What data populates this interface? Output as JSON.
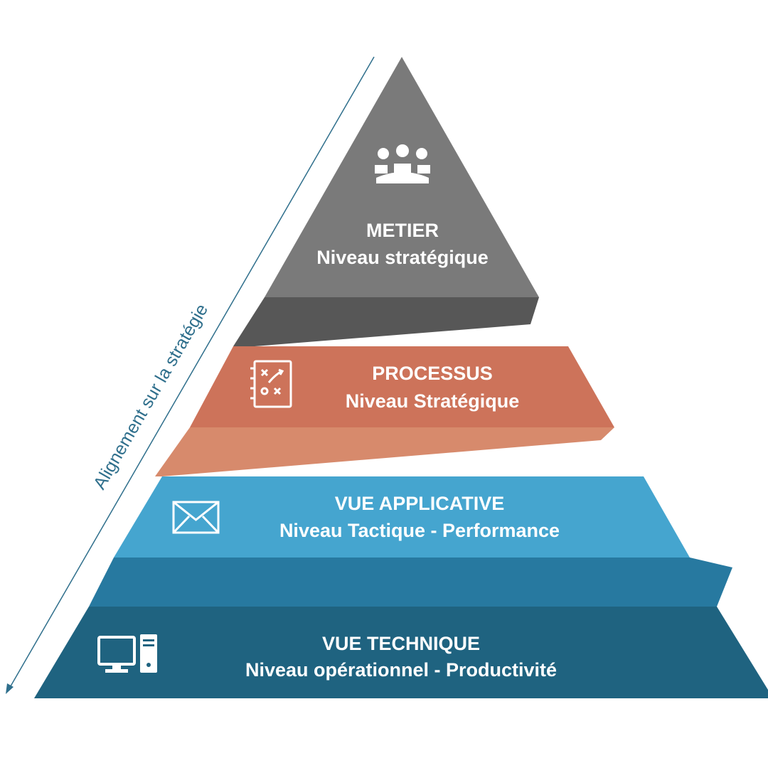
{
  "colors": {
    "metier": "#7a7a7a",
    "metier_link": "#575757",
    "processus": "#cd735a",
    "processus_link": "#d78a6c",
    "applicative": "#45a5cf",
    "applicative_link": "#2779a0",
    "technique": "#1f6380",
    "axis": "#2f6f8c"
  },
  "axis": {
    "label": "Alignement sur la stratégie"
  },
  "levels": [
    {
      "id": "metier",
      "title": "METIER",
      "subtitle": "Niveau stratégique",
      "icon": "meeting-people-icon"
    },
    {
      "id": "processus",
      "title": "PROCESSUS",
      "subtitle": "Niveau Stratégique",
      "icon": "strategy-board-icon"
    },
    {
      "id": "applicative",
      "title": "VUE APPLICATIVE",
      "subtitle": "Niveau Tactique - Performance",
      "icon": "envelope-icon"
    },
    {
      "id": "technique",
      "title": "VUE TECHNIQUE",
      "subtitle": "Niveau opérationnel - Productivité",
      "icon": "desktop-computer-icon"
    }
  ]
}
